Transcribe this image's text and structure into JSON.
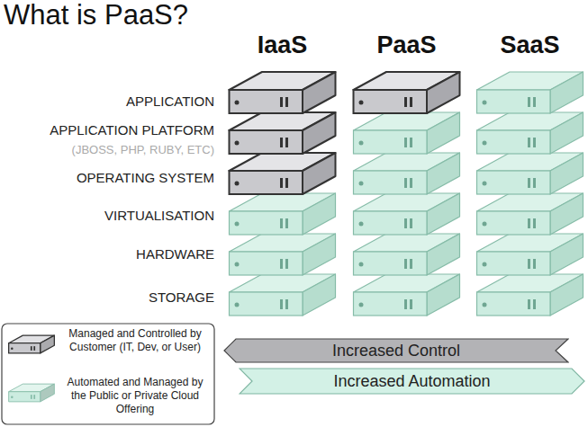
{
  "diagram": {
    "title": "What is PaaS?",
    "nodes": [
      {
        "text": [
          "Increased Control"
        ]
      },
      {
        "text": [
          "Increased Automation"
        ]
      }
    ],
    "labels": [
      "IaaS",
      "PaaS",
      "SaaS",
      "APPLICATION",
      "APPLICATION PLATFORM",
      "(JBOSS, PHP, RUBY, ETC)",
      "OPERATING SYSTEM",
      "VIRTUALISATION",
      "HARDWARE",
      "STORAGE"
    ],
    "legend": [
      {
        "text": "Managed and Controlled by Customer (IT, Dev, or User)",
        "color": "#c9c9cd"
      },
      {
        "text": "Automated and Managed by the Public or Private Cloud Offering",
        "color": "#ccece0"
      }
    ]
  }
}
